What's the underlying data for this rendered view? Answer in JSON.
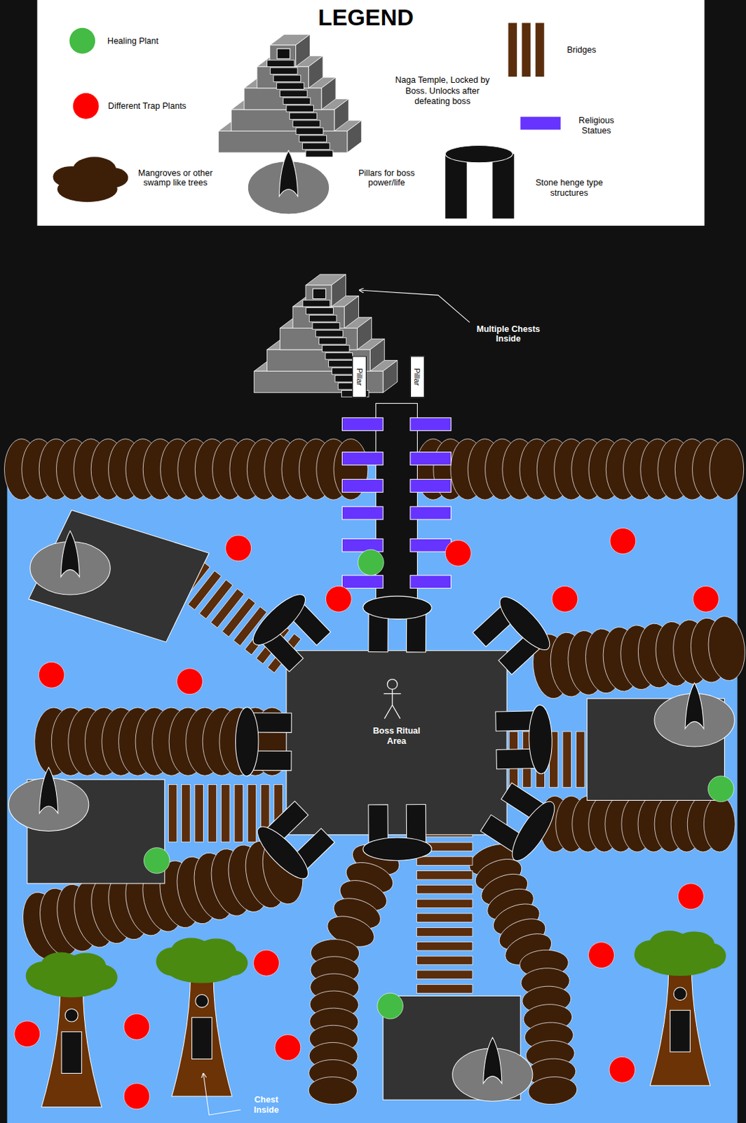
{
  "diagram": {
    "title": "LEGEND",
    "nodes": [
      {
        "text": [
          "Pillar"
        ]
      },
      {
        "text": [
          "Pillar"
        ]
      },
      {
        "text": [
          "Boss Ritual Area"
        ]
      }
    ],
    "labels": [
      "Multiple Chests Inside",
      "Chest Inside"
    ],
    "legend": [
      {
        "text": "Healing Plant",
        "color": "#44bb44"
      },
      {
        "text": "Different Trap Plants",
        "color": "#ff0000"
      },
      {
        "text": "Mangroves or other swamp like trees"
      },
      {
        "text": "Naga Temple, Locked by Boss. Unlocks after defeating boss"
      },
      {
        "text": "Pillars for boss power/life"
      },
      {
        "text": "Bridges"
      },
      {
        "text": "Religious Statues",
        "color": "#6633ff"
      },
      {
        "text": "Stone henge type structures"
      }
    ]
  }
}
